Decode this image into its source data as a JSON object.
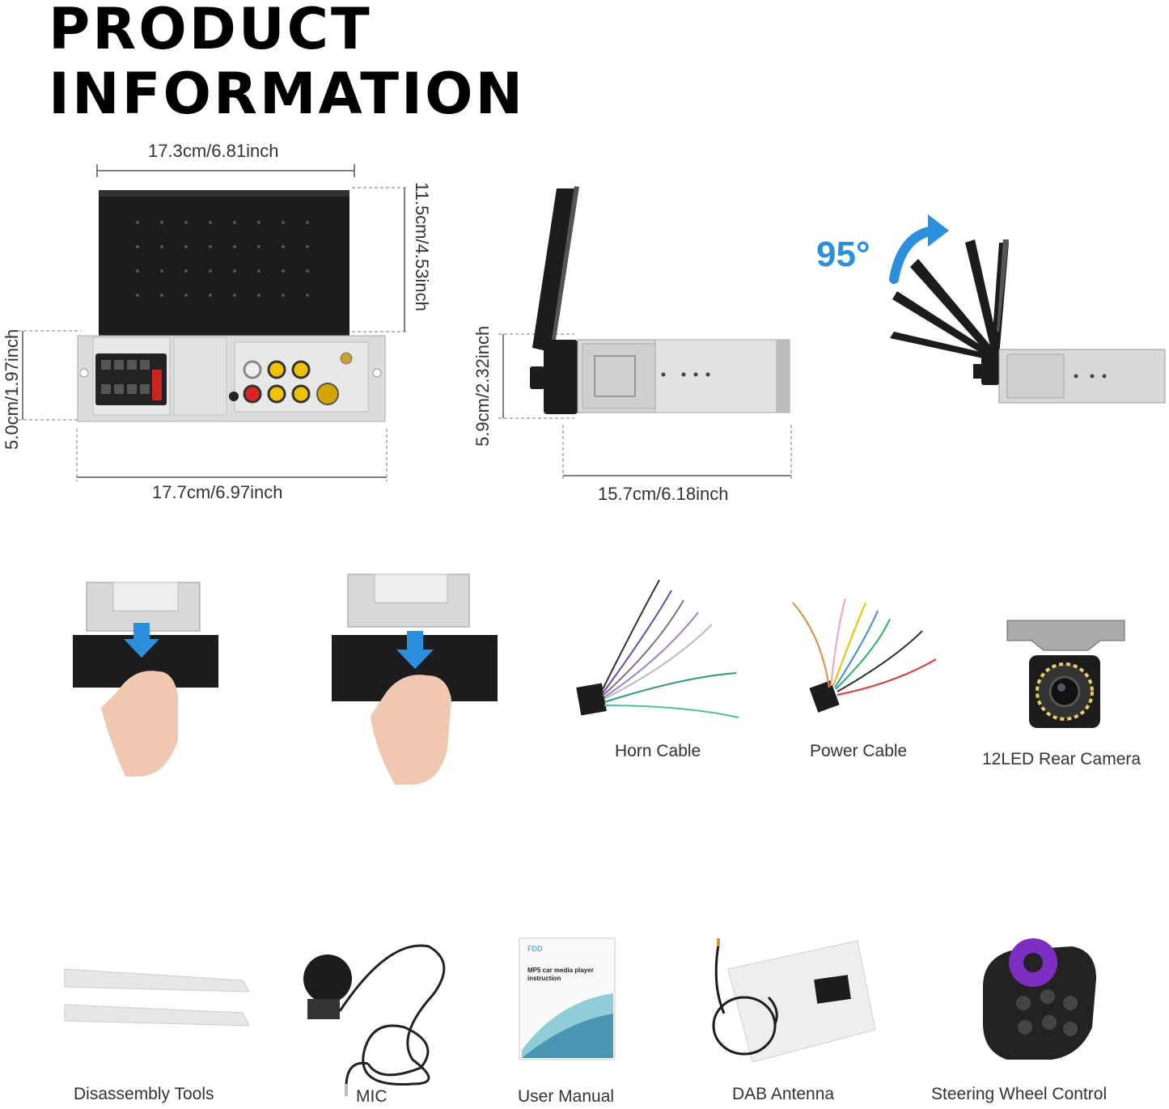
{
  "title": {
    "line1": "PRODUCT",
    "line2": "INFORMATION"
  },
  "dimensions": {
    "top_width": "17.3cm/6.81inch",
    "screen_height": "11.5cm/4.53inch",
    "body_height": "5.0cm/1.97inch",
    "bottom_width": "17.7cm/6.97inch",
    "side_height": "5.9cm/2.32inch",
    "side_depth": "15.7cm/6.18inch"
  },
  "rotation": {
    "angle": "95°",
    "accent_color": "#2a8fdc"
  },
  "panel_labels": {
    "front_panel": "",
    "back_panel": ""
  },
  "accessories": [
    {
      "name": "Horn Cable",
      "icon": "horn-cable-icon"
    },
    {
      "name": "Power Cable",
      "icon": "power-cable-icon"
    },
    {
      "name": "12LED Rear Camera",
      "icon": "rear-camera-icon"
    },
    {
      "name": "Disassembly Tools",
      "icon": "disassembly-tools-icon"
    },
    {
      "name": "MIC",
      "icon": "microphone-icon"
    },
    {
      "name": "User Manual",
      "icon": "user-manual-icon"
    },
    {
      "name": "DAB Antenna",
      "icon": "dab-antenna-icon"
    },
    {
      "name": "Steering Wheel Control",
      "icon": "steering-wheel-control-icon"
    }
  ],
  "manual_cover": {
    "brand": "FDD",
    "heading_line1": "MP5 car media player",
    "heading_line2": "instruction"
  }
}
